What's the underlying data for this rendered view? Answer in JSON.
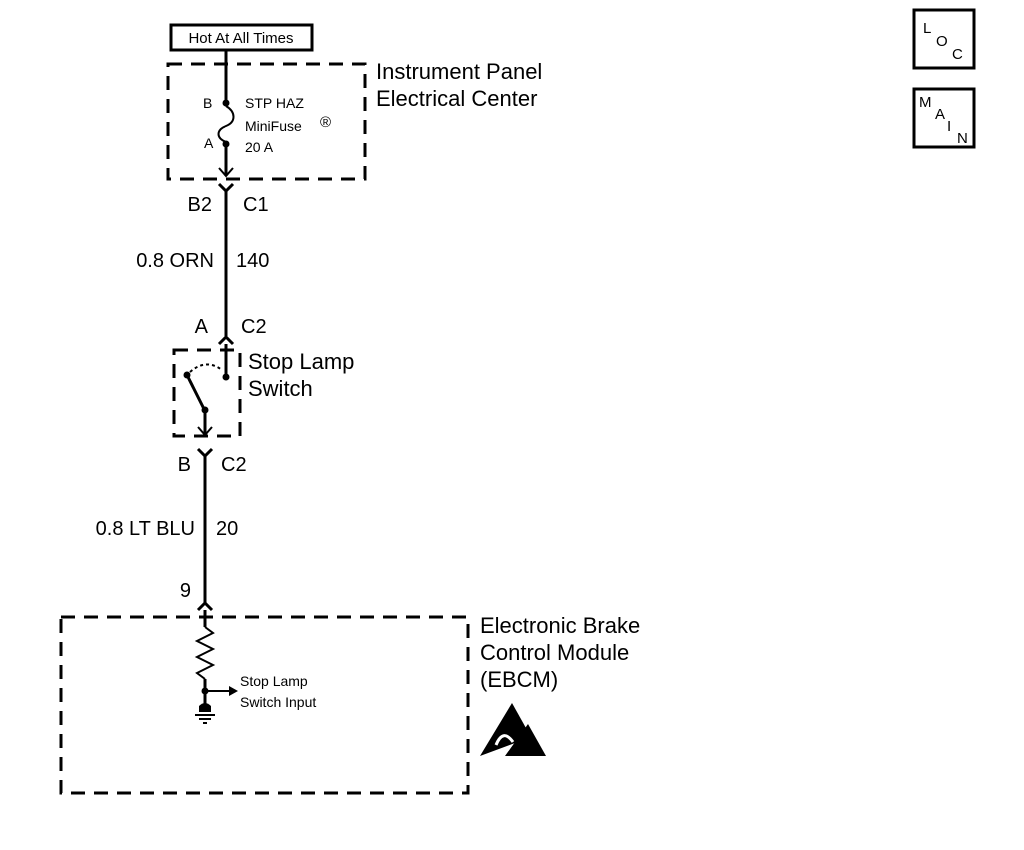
{
  "power": {
    "label": "Hot At All Times"
  },
  "ipec": {
    "title_line1": "Instrument Panel",
    "title_line2": "Electrical Center",
    "fuse_pin_top": "B",
    "fuse_pin_bottom": "A",
    "fuse_name_line1": "STP HAZ",
    "fuse_name_line2": "MiniFuse",
    "fuse_registered": "®",
    "fuse_rating": "20 A"
  },
  "connector_ipec": {
    "pin": "B2",
    "connector": "C1"
  },
  "wire1": {
    "gauge_color": "0.8 ORN",
    "circuit": "140"
  },
  "connector_switch_in": {
    "pin": "A",
    "connector": "C2"
  },
  "stop_lamp_switch": {
    "title_line1": "Stop Lamp",
    "title_line2": "Switch"
  },
  "connector_switch_out": {
    "pin": "B",
    "connector": "C2"
  },
  "wire2": {
    "gauge_color": "0.8 LT BLU",
    "circuit": "20"
  },
  "connector_ebcm": {
    "pin": "9"
  },
  "ebcm": {
    "title_line1": "Electronic Brake",
    "title_line2": "Control Module",
    "title_line3": "(EBCM)",
    "input_line1": "Stop Lamp",
    "input_line2": "Switch Input",
    "esd_icon": "esd-sensitive-icon"
  },
  "nav": {
    "loc": {
      "c1": "L",
      "c2": "O",
      "c3": "C"
    },
    "main": {
      "c1": "M",
      "c2": "A",
      "c3": "I",
      "c4": "N"
    }
  }
}
